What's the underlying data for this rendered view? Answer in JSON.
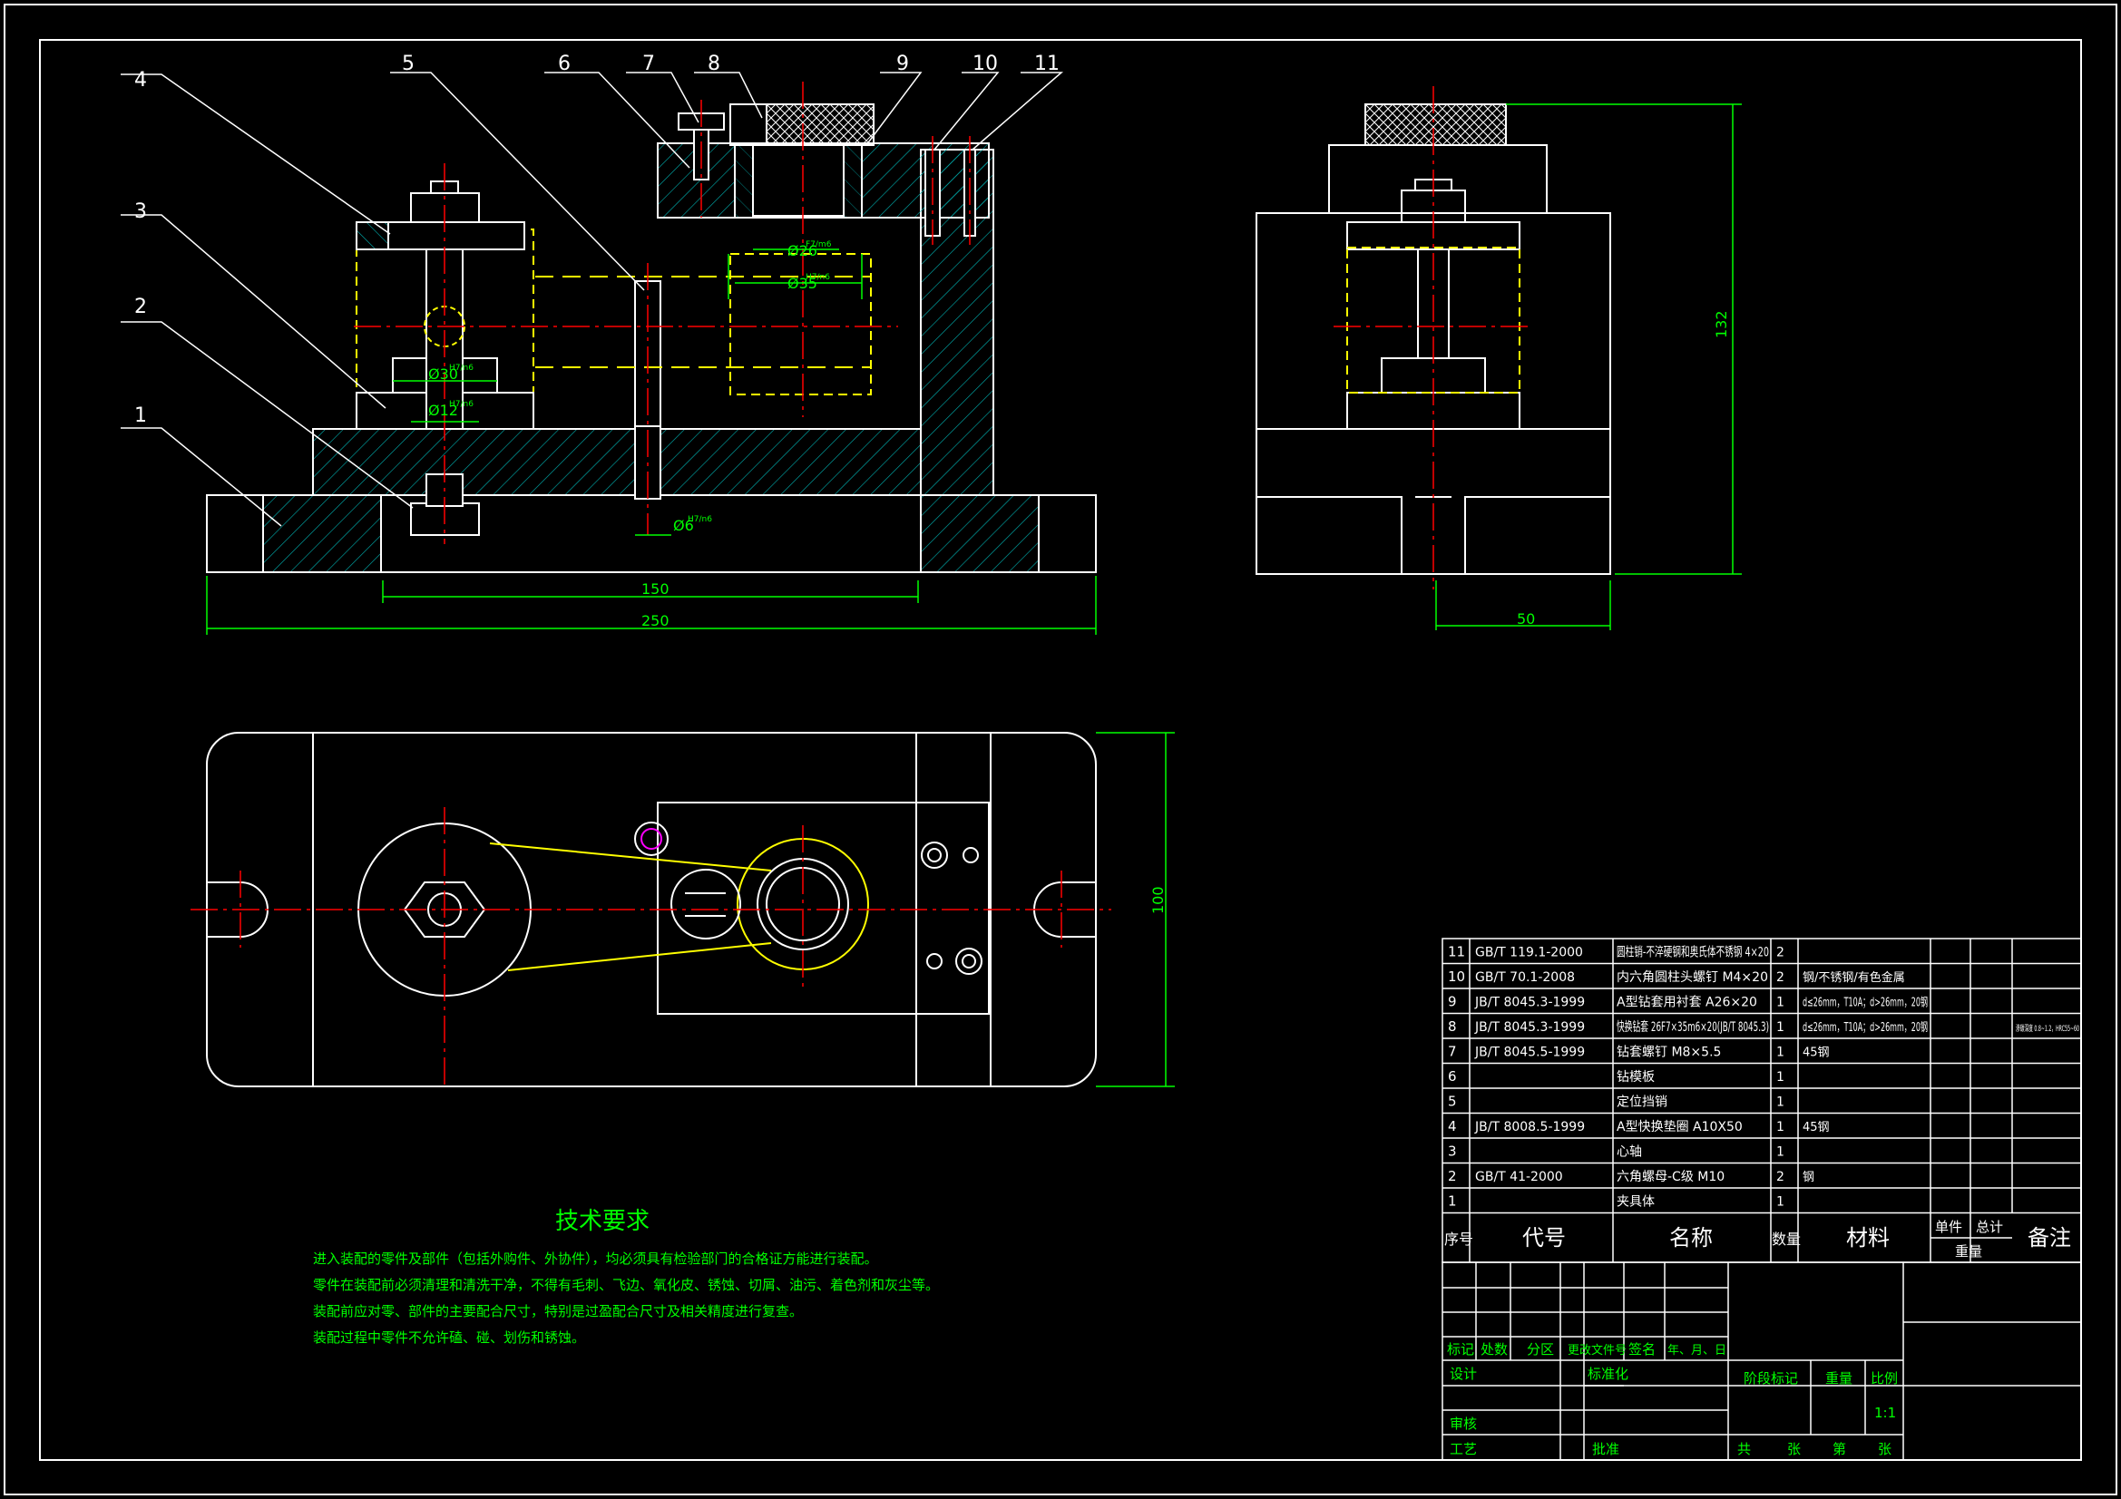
{
  "colors": {
    "background": "#000000",
    "outline": "#ffffff",
    "hatch": "#00b3b3",
    "center_line": "#ff0000",
    "hidden_line": "#ffff00",
    "dimension": "#00ff00",
    "leader": "#ffffff",
    "text": "#ffffff",
    "tech_text": "#00ff00"
  },
  "balloons": [
    "1",
    "2",
    "3",
    "4",
    "5",
    "6",
    "7",
    "8",
    "9",
    "10",
    "11"
  ],
  "dimensions": {
    "d150": "150",
    "d250": "250",
    "d132": "132",
    "d50": "50",
    "d100": "100",
    "fit_d30": "Ø30",
    "fit_d30_tol": "H7/n6",
    "fit_d12": "Ø12",
    "fit_d12_tol": "H7/n6",
    "fit_d26": "Ø26",
    "fit_d26_tol": "F7/m6",
    "fit_d35": "Ø35",
    "fit_d35_tol": "H7/n6",
    "fit_d6": "Ø6",
    "fit_d6_tol": "H7/n6"
  },
  "tech_requirements": {
    "title": "技术要求",
    "lines": [
      "进入装配的零件及部件（包括外购件、外协件），均必须具有检验部门的合格证方能进行装配。",
      "零件在装配前必须清理和清洗干净，不得有毛刺、飞边、氧化皮、锈蚀、切屑、油污、着色剂和灰尘等。",
      "装配前应对零、部件的主要配合尺寸，特别是过盈配合尺寸及相关精度进行复查。",
      "装配过程中零件不允许磕、碰、划伤和锈蚀。"
    ]
  },
  "bom": {
    "rows": [
      {
        "no": "11",
        "code": "GB/T 119.1-2000",
        "name": "圆柱销-不淬硬钢和奥氏体不锈钢 4×20",
        "qty": "2",
        "material": "",
        "note": ""
      },
      {
        "no": "10",
        "code": "GB/T 70.1-2008",
        "name": "内六角圆柱头螺钉 M4×20",
        "qty": "2",
        "material": "钢/不锈钢/有色金属",
        "note": ""
      },
      {
        "no": "9",
        "code": "JB/T 8045.3-1999",
        "name": "A型钻套用衬套 A26×20",
        "qty": "1",
        "material": "d≤26mm，T10A；d>26mm，20钢",
        "note": ""
      },
      {
        "no": "8",
        "code": "JB/T 8045.3-1999",
        "name": "快换钻套 26F7×35m6×20(JB/T 8045.3)",
        "qty": "1",
        "material": "d≤26mm，T10A；d>26mm，20钢",
        "note": "渗碳深度 0.8~1.2，HRC55~60"
      },
      {
        "no": "7",
        "code": "JB/T 8045.5-1999",
        "name": "钻套螺钉 M8×5.5",
        "qty": "1",
        "material": "45钢",
        "note": ""
      },
      {
        "no": "6",
        "code": "",
        "name": "钻模板",
        "qty": "1",
        "material": "",
        "note": ""
      },
      {
        "no": "5",
        "code": "",
        "name": "定位挡销",
        "qty": "1",
        "material": "",
        "note": ""
      },
      {
        "no": "4",
        "code": "JB/T 8008.5-1999",
        "name": "A型快换垫圈 A10X50",
        "qty": "1",
        "material": "45钢",
        "note": ""
      },
      {
        "no": "3",
        "code": "",
        "name": "心轴",
        "qty": "1",
        "material": "",
        "note": ""
      },
      {
        "no": "2",
        "code": "GB/T 41-2000",
        "name": "六角螺母-C级 M10",
        "qty": "2",
        "material": "钢",
        "note": ""
      },
      {
        "no": "1",
        "code": "",
        "name": "夹具体",
        "qty": "1",
        "material": "",
        "note": ""
      }
    ],
    "header": {
      "no": "序号",
      "code": "代号",
      "name": "名称",
      "qty": "数量",
      "material": "材料",
      "unit": "单件",
      "total": "总计",
      "weight": "重量",
      "note": "备注"
    }
  },
  "title_block": {
    "mark": "标记",
    "count": "处数",
    "zone": "分区",
    "doc_no": "更改文件号",
    "sign": "签名",
    "date": "年、月、日",
    "design": "设计",
    "standardize": "标准化",
    "stage_mark": "阶段标记",
    "weight": "重量",
    "scale": "比例",
    "scale_value": "1:1",
    "review": "审核",
    "process": "工艺",
    "approve": "批准",
    "total_sheets": "共",
    "sheets_unit": "张",
    "sheet_no": "第",
    "sheet_unit2": "张"
  }
}
